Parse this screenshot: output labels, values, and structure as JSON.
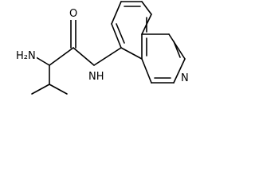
{
  "molecule": {
    "atoms": {
      "nh2": "H₂N",
      "oxygen": "O",
      "amide_nh": "NH",
      "ring_n": "N"
    },
    "colors": {
      "bond": "#000000",
      "label": "#000000",
      "background": "#ffffff"
    }
  }
}
